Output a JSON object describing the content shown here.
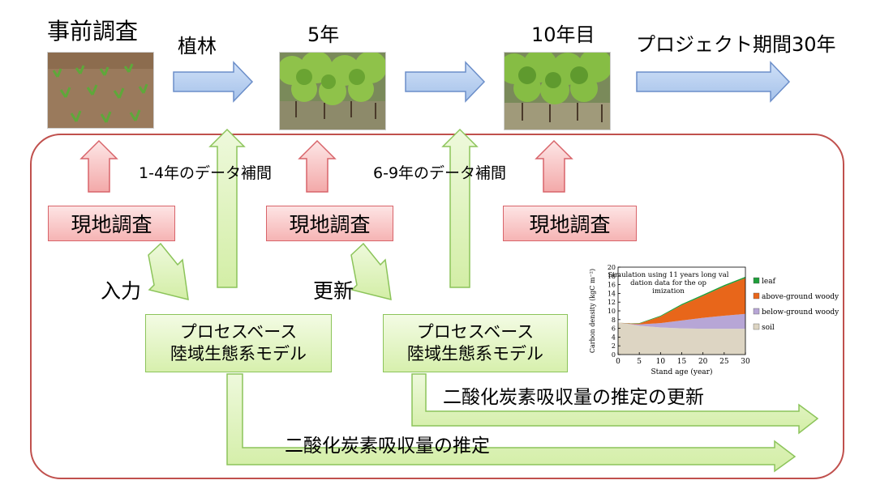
{
  "timeline": {
    "pre_survey": "事前調査",
    "planting": "植林",
    "year5": "5年",
    "year10": "10年目",
    "project_period": "プロジェクト期間30年"
  },
  "interpolation": {
    "first": "1-4年のデータ補間",
    "second": "6-9年のデータ補間"
  },
  "field_survey": {
    "label_1": "現地調査",
    "label_2": "現地調査",
    "label_3": "現地調査"
  },
  "flow_labels": {
    "input": "入力",
    "update": "更新"
  },
  "model": {
    "line1": "プロセスベース",
    "line2": "陸域生態系モデル"
  },
  "outputs": {
    "update_estimate": "二酸化炭素吸収量の推定の更新",
    "estimate": "二酸化炭素吸収量の推定"
  },
  "colors": {
    "blue_arrow": "#b8d0f0",
    "red_box": "#f6b4b4",
    "green_box": "#d7f0ad",
    "frame": "#c0504d",
    "leaf": "#1f9e3a",
    "above": "#e8661a",
    "below": "#b7a6d6",
    "soil": "#ddd5c3"
  },
  "chart_data": {
    "type": "area",
    "annotation": "Simulation using 11 years long validation data for the optimization",
    "xlabel": "Stand age (year)",
    "ylabel": "Carbon density (kgC m⁻²)",
    "xlim": [
      0,
      30
    ],
    "ylim": [
      0,
      20
    ],
    "x_ticks": [
      "0",
      "5",
      "10",
      "15",
      "20",
      "25",
      "30"
    ],
    "y_ticks": [
      "0",
      "2",
      "4",
      "6",
      "8",
      "10",
      "12",
      "14",
      "16",
      "18",
      "20"
    ],
    "x": [
      0,
      3,
      5,
      10,
      15,
      20,
      25,
      30
    ],
    "series": [
      {
        "name": "soil",
        "values": [
          7.3,
          6.9,
          6.6,
          6.2,
          6.0,
          5.9,
          5.9,
          5.9
        ]
      },
      {
        "name": "below-ground woody",
        "values": [
          0,
          0.1,
          0.3,
          1.0,
          1.8,
          2.5,
          3.0,
          3.4
        ]
      },
      {
        "name": "above-ground woody",
        "values": [
          0,
          0.1,
          0.2,
          1.5,
          3.5,
          5.0,
          6.7,
          8.2
        ]
      },
      {
        "name": "leaf",
        "values": [
          0,
          0.05,
          0.1,
          0.2,
          0.25,
          0.3,
          0.3,
          0.3
        ]
      }
    ],
    "legend": [
      "leaf",
      "above-ground woody",
      "below-ground woody",
      "soil"
    ],
    "legend_position": "right"
  }
}
